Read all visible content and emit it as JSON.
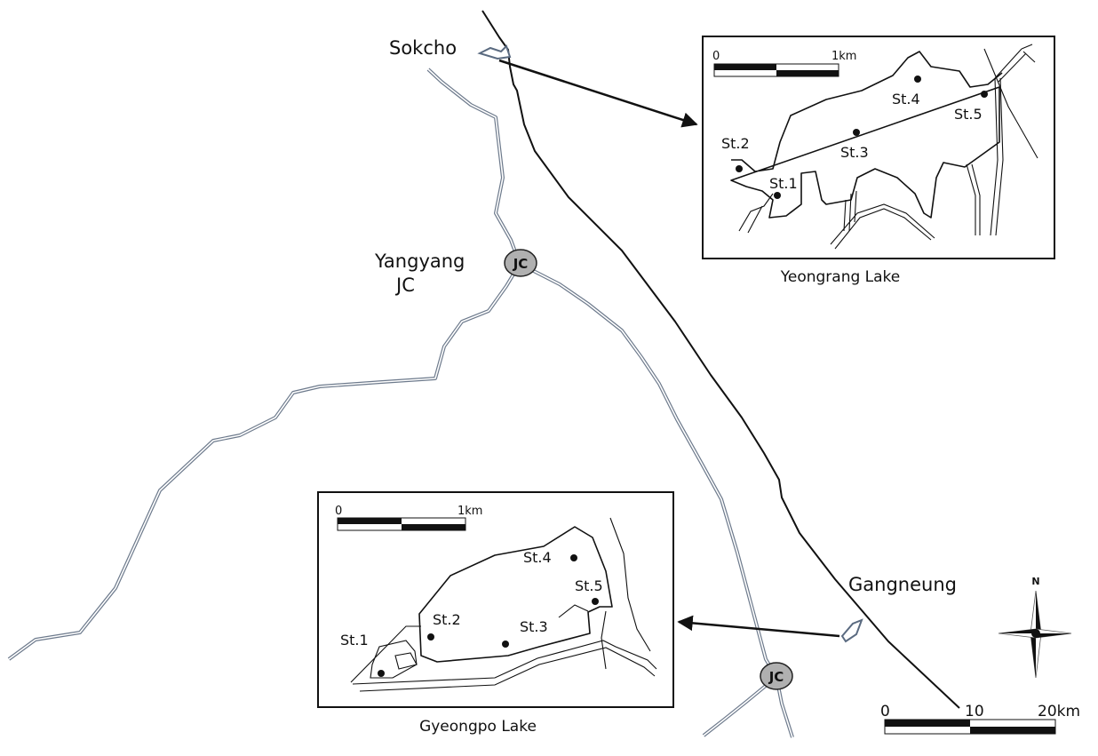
{
  "map": {
    "cities": {
      "sokcho": "Sokcho",
      "yangyang": "Yangyang",
      "yangyang_jc": "JC",
      "gangneung": "Gangneung"
    },
    "junction_badges": [
      "JC",
      "JC"
    ],
    "north_label": "N",
    "scale_main": {
      "labels": [
        "0",
        "10",
        "20km"
      ]
    },
    "insets": {
      "yeongrang": {
        "title": "Yeongrang Lake",
        "scale_labels": [
          "0",
          "1km"
        ],
        "stations": [
          "St.1",
          "St.2",
          "St.3",
          "St.4",
          "St.5"
        ]
      },
      "gyeongpo": {
        "title": "Gyeongpo Lake",
        "scale_labels": [
          "0",
          "1km"
        ],
        "stations": [
          "St.1",
          "St.2",
          "St.3",
          "St.4",
          "St.5"
        ]
      }
    },
    "colors": {
      "road": "#6d7a8c",
      "junction": "#b0b0b0",
      "line": "#111111"
    }
  }
}
